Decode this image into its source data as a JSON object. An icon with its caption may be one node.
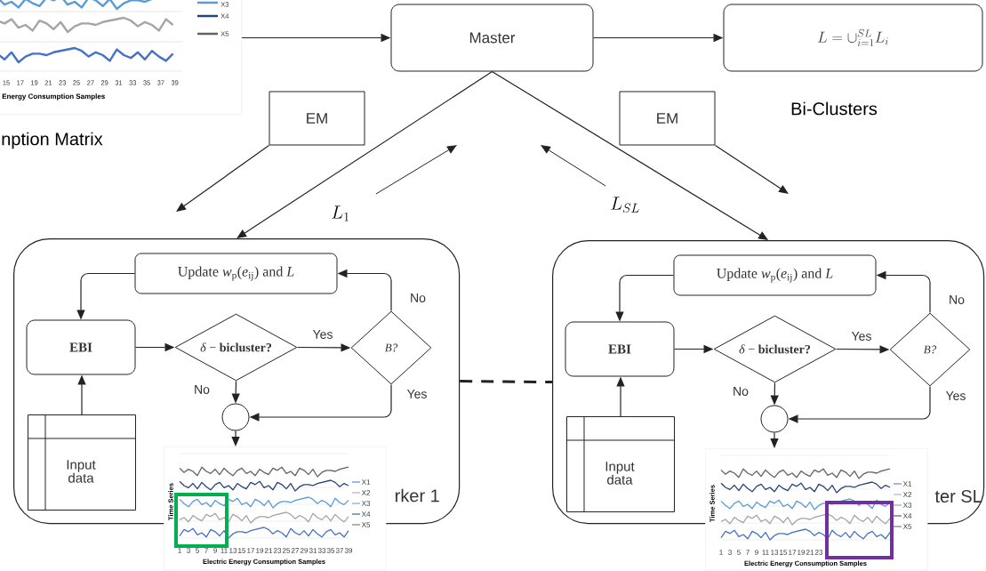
{
  "diagram": {
    "nodes": [
      {
        "text": [],
        "shape": "picture",
        "beside": [
          "nption Matrix"
        ]
      },
      {
        "text": [
          "Master"
        ]
      },
      {
        "text": [
          "L=\\cup_{i=1}^{SL}L_i"
        ],
        "beside": [
          "Bi-Clusters"
        ]
      },
      {
        "text": [
          "EM"
        ]
      },
      {
        "text": [
          "EM"
        ]
      },
      {
        "text": [
          "rker 1"
        ]
      },
      {
        "text": [
          "Update *w*$_{p}$(*e*$_{ij}$) and *L*"
        ],
        "in": 5
      },
      {
        "text": [
          "EBI"
        ],
        "in": 5
      },
      {
        "text": [
          "*δ* − **bicluster?**"
        ],
        "in": 5
      },
      {
        "text": [
          "B?"
        ],
        "in": 5
      },
      {
        "text": [],
        "shape": "circle",
        "in": 5
      },
      {
        "text": [
          "Input data"
        ],
        "in": 5
      },
      {
        "text": [],
        "shape": "picture"
      },
      {
        "text": [
          "ter SL"
        ]
      },
      {
        "text": [
          "Update *w*$_{p}$(*e*$_{ij}$) and *L*"
        ],
        "in": 13
      },
      {
        "text": [
          "EBI"
        ],
        "in": 13
      },
      {
        "text": [
          "*δ* − **bicluster?**"
        ],
        "in": 13
      },
      {
        "text": [
          "B?"
        ],
        "in": 13
      },
      {
        "text": [],
        "shape": "circle",
        "in": 13
      },
      {
        "text": [
          "Input data"
        ],
        "in": 13
      },
      {
        "text": [],
        "shape": "picture"
      }
    ],
    "edges": [
      {
        "from": 0,
        "to": 1,
        "arrow": "to"
      },
      {
        "from": 1,
        "to": 2,
        "arrow": "to"
      },
      {
        "from": 1,
        "to": 5,
        "arrow": "to"
      },
      {
        "from": 1,
        "to": 13,
        "arrow": "to"
      },
      {
        "from": 3,
        "to": null,
        "arrow": "to"
      },
      {
        "from": 4,
        "to": null,
        "arrow": "to"
      },
      {
        "from": 6,
        "to": 7,
        "arrow": "to"
      },
      {
        "from": 11,
        "to": 7,
        "arrow": "to"
      },
      {
        "from": 7,
        "to": 8,
        "arrow": "to"
      },
      {
        "from": 8,
        "to": 9,
        "arrow": "to",
        "label": "Yes"
      },
      {
        "from": 9,
        "to": 6,
        "arrow": "to",
        "label": "No"
      },
      {
        "from": 8,
        "to": 10,
        "arrow": "to",
        "label": "No"
      },
      {
        "from": 9,
        "to": 10,
        "arrow": "to",
        "label": "Yes"
      },
      {
        "from": 10,
        "to": 12,
        "arrow": "to"
      },
      {
        "from": 14,
        "to": 15,
        "arrow": "to"
      },
      {
        "from": 19,
        "to": 15,
        "arrow": "to"
      },
      {
        "from": 15,
        "to": 16,
        "arrow": "to"
      },
      {
        "from": 16,
        "to": 17,
        "arrow": "to",
        "label": "Yes"
      },
      {
        "from": 17,
        "to": 14,
        "arrow": "to",
        "label": "No"
      },
      {
        "from": 16,
        "to": 18,
        "arrow": "to",
        "label": "No"
      },
      {
        "from": 17,
        "to": 18,
        "arrow": "to",
        "label": "Yes"
      },
      {
        "from": 18,
        "to": 20,
        "arrow": "to"
      },
      {
        "from": 5,
        "to": 13,
        "arrow": "none",
        "style": "dashed"
      }
    ],
    "labels": [
      "L_1",
      "L_{SL}",
      "X3",
      "X4",
      "X5",
      "15",
      "17",
      "19",
      "21",
      "23",
      "25",
      "27",
      "29",
      "31",
      "33",
      "35",
      "37",
      "39",
      "Energy Consumption Samples",
      "Time Series",
      "X1",
      "X2",
      "X3",
      "X4",
      "X5",
      "1",
      "3",
      "5",
      "7",
      "9",
      "11",
      "13",
      "15",
      "17",
      "19",
      "21",
      "23",
      "25",
      "27",
      "29",
      "31",
      "33",
      "35",
      "37",
      "39",
      "Electric Energy Consumption Samples",
      "Time Series",
      "X1",
      "X2",
      "X3",
      "X4",
      "X5",
      "1",
      "3",
      "5",
      "7",
      "9",
      "11",
      "13",
      "15",
      "17",
      "19",
      "21",
      "23",
      "Electric Energy Consumption Samples"
    ]
  }
}
